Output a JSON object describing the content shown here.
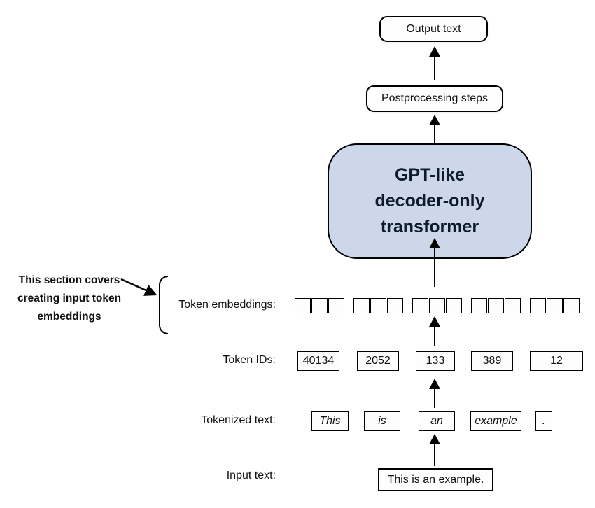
{
  "annotation": {
    "lines": [
      "This section covers",
      "creating input token",
      "embeddings"
    ]
  },
  "pipeline": {
    "output_label": "Output text",
    "postprocessing_label": "Postprocessing steps",
    "transformer": {
      "lines": [
        "GPT-like",
        "decoder-only",
        "transformer"
      ],
      "fill_color": "#ccd8e9",
      "border_color": "#000000",
      "text_color": "#0e1b2e"
    }
  },
  "rows": {
    "token_embeddings": {
      "label": "Token embeddings:",
      "group_count": 5,
      "squares_per_group": 3
    },
    "token_ids": {
      "label": "Token IDs:",
      "values": [
        "40134",
        "2052",
        "133",
        "389",
        "12"
      ]
    },
    "tokenized_text": {
      "label": "Tokenized text:",
      "tokens": [
        "This",
        "is",
        "an",
        "example",
        "."
      ]
    },
    "input_text": {
      "label": "Input text:",
      "value": "This is an example."
    }
  }
}
